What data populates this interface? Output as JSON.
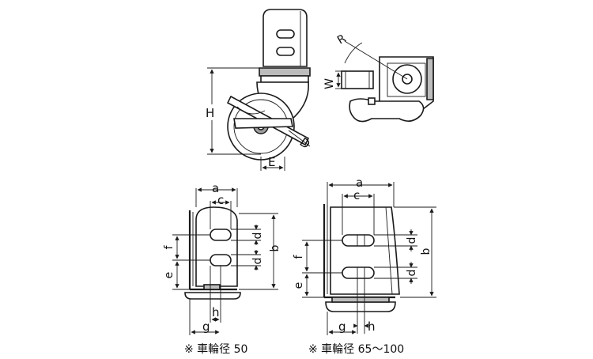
{
  "top_views": {
    "side_labels": {
      "H": "H",
      "E": "E",
      "D": "D"
    },
    "front_labels": {
      "R": "R",
      "W": "W"
    }
  },
  "bracket_small": {
    "labels": {
      "a": "a",
      "c": "c",
      "b": "b",
      "d1": "d",
      "d2": "d",
      "f": "f",
      "e": "e",
      "g": "g",
      "h": "h"
    },
    "caption": "※ 車輪径 50"
  },
  "bracket_large": {
    "labels": {
      "a": "a",
      "c": "c",
      "b": "b",
      "d1": "d",
      "d2": "d",
      "f": "f",
      "e": "e",
      "g": "g",
      "h": "h"
    },
    "caption": "※ 車輪径 65〜100"
  }
}
